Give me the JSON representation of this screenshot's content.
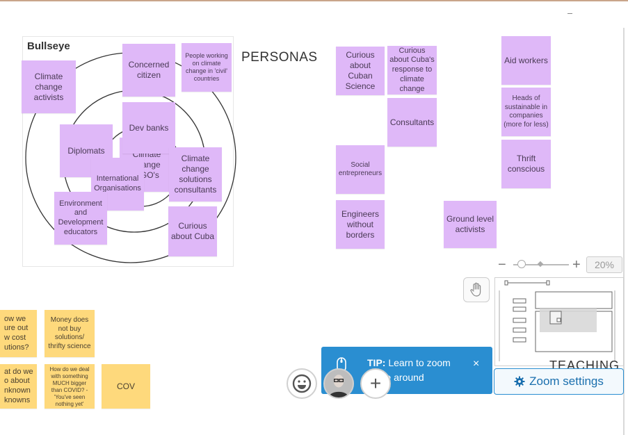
{
  "board": {
    "bullseye_title": "Bullseye",
    "personas_title": "PERSONAS",
    "teaching_label": "TEACHING"
  },
  "bullseye_notes": [
    "Climate change activists",
    "Concerned citizen",
    "People working on climate change in 'civil' countries",
    "Dev banks",
    "Diplomats",
    "Climate change NGO's",
    "International Organisations",
    "Climate change solutions consultants",
    "Environment and Development educators",
    "Curious about Cuba"
  ],
  "persona_notes": [
    "Curious about Cuban Science",
    "Curious about Cuba's response to climate change",
    "Consultants",
    "Social entrepreneurs",
    "Engineers without borders",
    "Aid workers",
    "Heads of sustainable in companies (more for less)",
    "Thrift conscious",
    "Ground level activists"
  ],
  "question_notes": [
    "ow we ure out w cost utions?",
    "Money does not buy solutions/ thrifty science",
    "at do we o about nknown knowns",
    "How do we deal with something MUCH bigger than COVID? -'You've seen nothing yet'",
    "COV"
  ],
  "zoom": {
    "minus": "−",
    "plus": "+",
    "level": "20%"
  },
  "tip": {
    "label": "TIP:",
    "line1": " Learn to zoom",
    "line2": "move around",
    "close": "×"
  },
  "zoom_settings": {
    "label": "Zoom settings"
  },
  "toolbar_bottom": {
    "add": "+"
  },
  "colors": {
    "purple_note": "#dfb8f8",
    "yellow_note": "#fed97c",
    "accent_blue": "#2a8ed1"
  }
}
